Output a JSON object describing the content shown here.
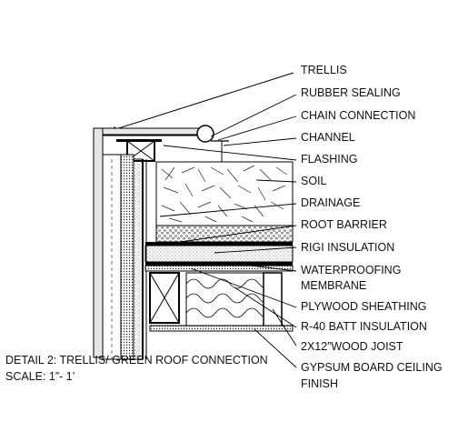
{
  "labels": [
    "TRELLIS",
    "RUBBER SEALING",
    "CHAIN CONNECTION",
    "CHANNEL",
    "FLASHING",
    "SOIL",
    "DRAINAGE",
    "ROOT BARRIER",
    "RIGI INSULATION",
    "WATERPROOFING",
    "MEMBRANE",
    "PLYWOOD SHEATHING",
    "R-40 BATT INSULATION",
    "2X12”WOOD JOIST",
    "GYPSUM BOARD CEILING",
    "FINISH"
  ],
  "caption": {
    "line1": "DETAIL 2: TRELLIS/ GREEN ROOF CONNECTION",
    "line2": "SCALE: 1”- 1’"
  }
}
